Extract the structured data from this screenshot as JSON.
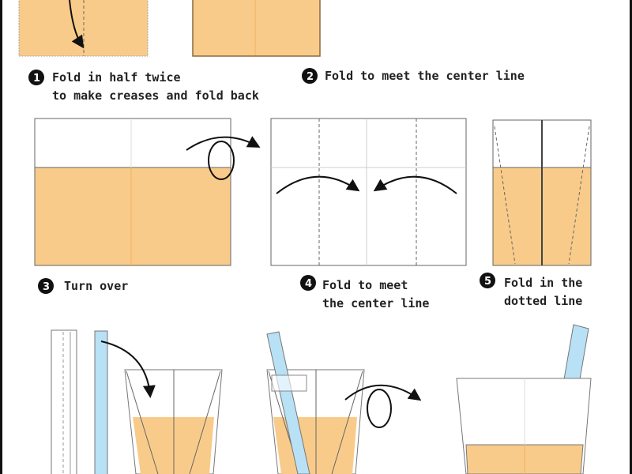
{
  "colors": {
    "paper_color": "#f9cb8a",
    "straw_color": "#b8e1f6",
    "line_color": "#555555"
  },
  "steps": [
    {
      "number": "1",
      "lines": [
        "Fold in half twice",
        "to make creases and fold back"
      ]
    },
    {
      "number": "2",
      "lines": [
        "Fold to meet the center line"
      ]
    },
    {
      "number": "3",
      "lines": [
        "Turn over"
      ]
    },
    {
      "number": "4",
      "lines": [
        "Fold to meet",
        "the center line"
      ]
    },
    {
      "number": "5",
      "lines": [
        "Fold in the",
        "dotted line"
      ]
    }
  ]
}
